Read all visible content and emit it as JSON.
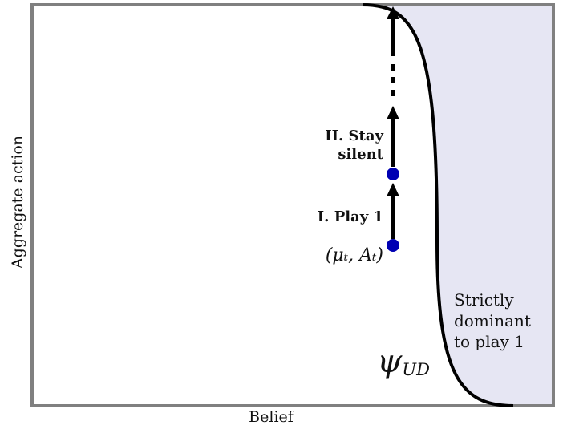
{
  "diagram": {
    "axes": {
      "ylabel": "Aggregate action",
      "xlabel": "Belief"
    },
    "steps": [
      {
        "line1": "I. Play 1",
        "line2": ""
      },
      {
        "line1": "II. Stay",
        "line2": "silent"
      }
    ],
    "state_label": "(μₜ, Aₜ)",
    "curve_label": {
      "symbol": "ψ",
      "subscript": "UD"
    },
    "region_label": [
      "Strictly",
      "dominant",
      "to play 1"
    ],
    "colors": {
      "frame": "#808080",
      "curve": "#000000",
      "region_fill": "#e6e6f3",
      "point": "#0000b3",
      "arrow": "#000000"
    }
  }
}
